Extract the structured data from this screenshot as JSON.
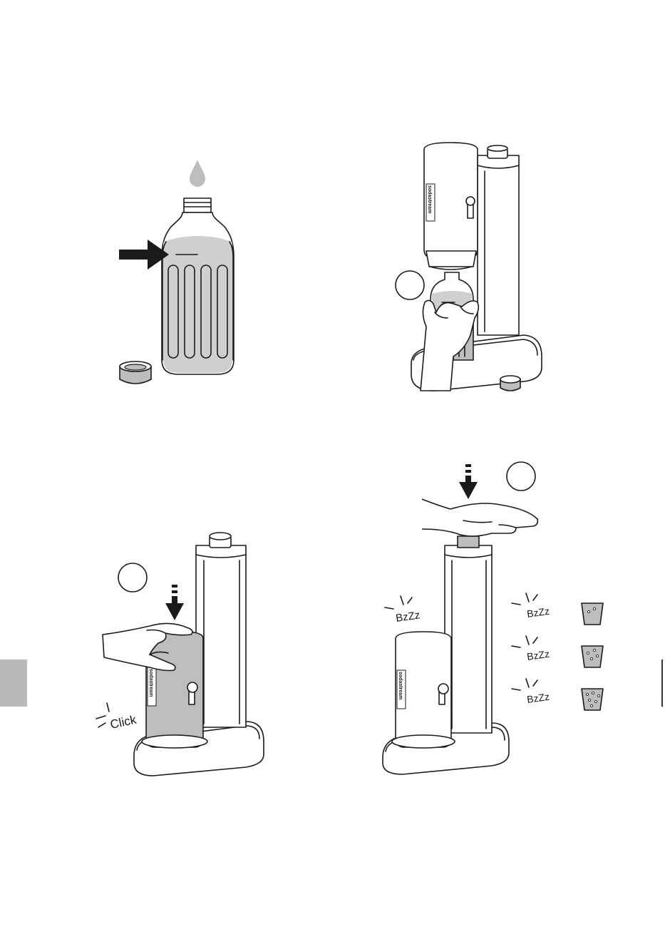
{
  "sound_effects": {
    "click": "Click",
    "bzzz": "BzZz"
  },
  "brand_label": "sodastream",
  "colors": {
    "line": "#1a1a1a",
    "fill_grey": "#bdbdbd",
    "water": "#cfcfcf",
    "page_tab": "#b9b9b9"
  },
  "icons": [
    "water-drop-icon",
    "arrow-right-icon",
    "arrow-down-icon",
    "bubble-cup-icon"
  ]
}
